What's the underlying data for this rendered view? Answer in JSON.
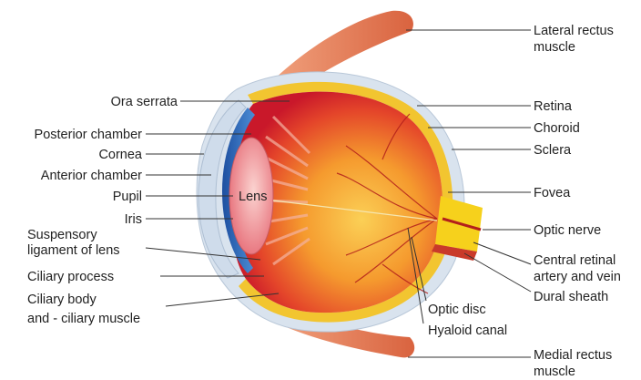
{
  "colors": {
    "muscle": "#e07b57",
    "sclera": "#d7e3ef",
    "choroid": "#f3c531",
    "retina": "#e83a2a",
    "vitreous_inner": "#f7a531",
    "vitreous_outer": "#d81e2a",
    "cornea_blue": "#2b63b6",
    "lens": "#f29b9b",
    "optic_nerve": "#f7d21c",
    "vessel": "#c2241e",
    "label_text": "#222222",
    "leader_line": "#333333"
  },
  "labels": {
    "left": {
      "ora_serrata": "Ora serrata",
      "posterior_chamber": "Posterior chamber",
      "cornea": "Cornea",
      "anterior_chamber": "Anterior chamber",
      "pupil": "Pupil",
      "iris": "Iris",
      "suspensory_1": "Suspensory",
      "suspensory_2": "ligament of lens",
      "ciliary_process": "Ciliary process",
      "ciliary_body_1": "Ciliary body",
      "ciliary_body_2": "and - ciliary muscle"
    },
    "right": {
      "lateral_rectus_1": "Lateral rectus",
      "lateral_rectus_2": "muscle",
      "retina": "Retina",
      "choroid": "Choroid",
      "sclera": "Sclera",
      "fovea": "Fovea",
      "optic_nerve": "Optic nerve",
      "central_retinal_1": "Central retinal",
      "central_retinal_2": "artery and vein",
      "dural_sheath": "Dural sheath",
      "medial_rectus_1": "Medial rectus",
      "medial_rectus_2": "muscle"
    },
    "bottom": {
      "optic_disc": "Optic disc",
      "hyaloid_canal": "Hyaloid canal"
    },
    "center": {
      "lens": "Lens"
    }
  },
  "icons": [
    "eye-anatomy-illustration"
  ]
}
